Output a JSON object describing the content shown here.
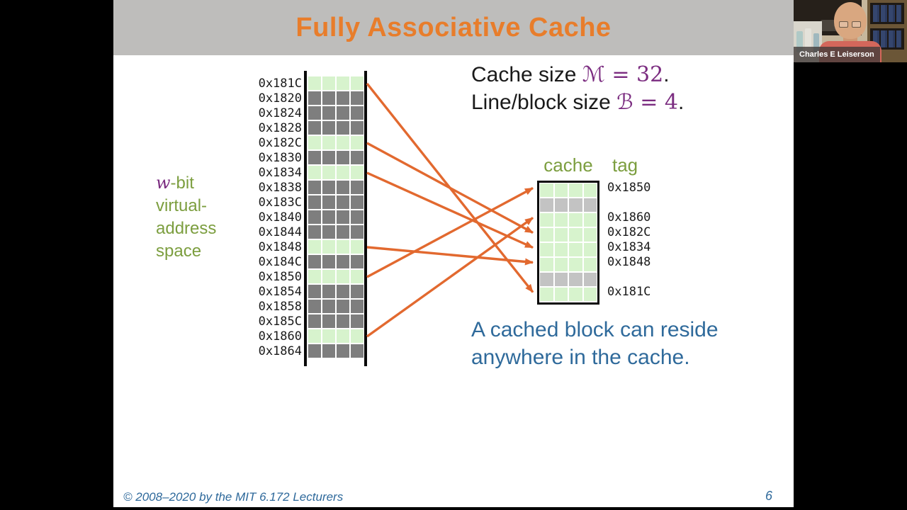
{
  "slide": {
    "title": "Fully Associative Cache",
    "footer": "© 2008–2020 by the MIT 6.172 Lecturers",
    "page_number": "6"
  },
  "colors": {
    "title_orange": "#E87D2B",
    "green_text": "#7C9E3F",
    "purple_math": "#7B2C80",
    "blue_text": "#2F6A9B",
    "arrow_orange": "#E2692F",
    "cell_green": "#D7F3CD",
    "cell_gray_memory": "#7E7E7E",
    "cell_gray_cache": "#C3C3C3"
  },
  "wbit": {
    "math": "w",
    "first_rest": "-bit",
    "lines": [
      "virtual-",
      "address",
      "space"
    ]
  },
  "facts": [
    {
      "prefix": "Cache size ",
      "math": "ℳ = 32",
      "suffix": "."
    },
    {
      "prefix": "Line/block size ",
      "math": "ℬ = 4",
      "suffix": "."
    }
  ],
  "memory": {
    "columns": 4,
    "rows": [
      {
        "addr": "0x181C",
        "state": "green"
      },
      {
        "addr": "0x1820",
        "state": "gray"
      },
      {
        "addr": "0x1824",
        "state": "gray"
      },
      {
        "addr": "0x1828",
        "state": "gray"
      },
      {
        "addr": "0x182C",
        "state": "green"
      },
      {
        "addr": "0x1830",
        "state": "gray"
      },
      {
        "addr": "0x1834",
        "state": "green"
      },
      {
        "addr": "0x1838",
        "state": "gray"
      },
      {
        "addr": "0x183C",
        "state": "gray"
      },
      {
        "addr": "0x1840",
        "state": "gray"
      },
      {
        "addr": "0x1844",
        "state": "gray"
      },
      {
        "addr": "0x1848",
        "state": "green"
      },
      {
        "addr": "0x184C",
        "state": "gray"
      },
      {
        "addr": "0x1850",
        "state": "green"
      },
      {
        "addr": "0x1854",
        "state": "gray"
      },
      {
        "addr": "0x1858",
        "state": "gray"
      },
      {
        "addr": "0x185C",
        "state": "gray"
      },
      {
        "addr": "0x1860",
        "state": "green"
      },
      {
        "addr": "0x1864",
        "state": "gray"
      }
    ]
  },
  "cache": {
    "header_cache": "cache",
    "header_tag": "tag",
    "columns": 4,
    "rows": [
      {
        "tag": "0x1850",
        "state": "green"
      },
      {
        "tag": "",
        "state": "lgray"
      },
      {
        "tag": "0x1860",
        "state": "green"
      },
      {
        "tag": "0x182C",
        "state": "green"
      },
      {
        "tag": "0x1834",
        "state": "green"
      },
      {
        "tag": "0x1848",
        "state": "green"
      },
      {
        "tag": "",
        "state": "lgray"
      },
      {
        "tag": "0x181C",
        "state": "green"
      }
    ]
  },
  "arrows": [
    {
      "from_addr": "0x181C",
      "to_row": 8
    },
    {
      "from_addr": "0x182C",
      "to_row": 4
    },
    {
      "from_addr": "0x1834",
      "to_row": 5
    },
    {
      "from_addr": "0x1848",
      "to_row": 6
    },
    {
      "from_addr": "0x1850",
      "to_row": 1
    },
    {
      "from_addr": "0x1860",
      "to_row": 3
    }
  ],
  "caption": {
    "line1": "A cached block can reside",
    "line2": "anywhere in the cache."
  },
  "webcam": {
    "name": "Charles E Leiserson"
  }
}
